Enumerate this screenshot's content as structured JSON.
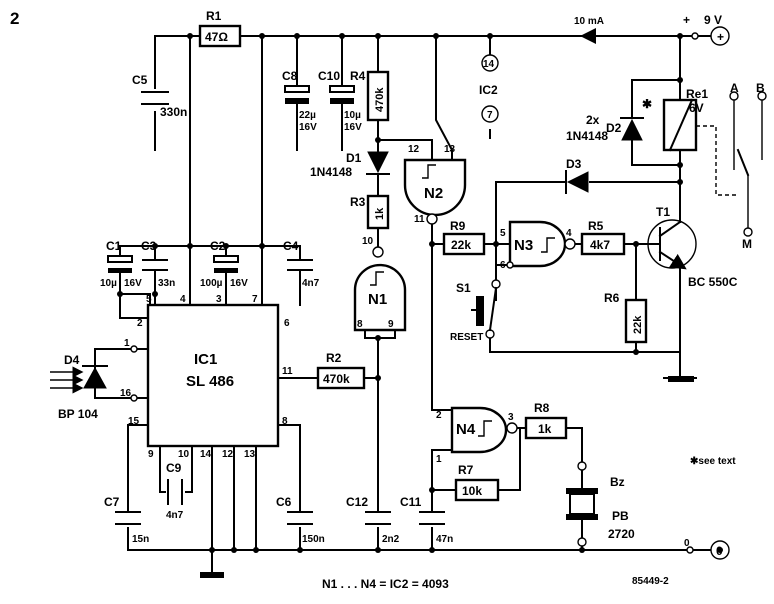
{
  "figure": {
    "number": "2",
    "footer_equation": "N1 . . . N4 = IC2 = 4093",
    "ref_code": "85449-2",
    "see_text_note": "✱see text"
  },
  "supply": {
    "current": "10 mA",
    "plus": "+",
    "voltage": "9 V",
    "minus_pin": "0"
  },
  "components": {
    "R1": {
      "name": "R1",
      "value": "47Ω"
    },
    "R2": {
      "name": "R2",
      "value": "470k"
    },
    "R3": {
      "name": "R3",
      "value": "1k"
    },
    "R4": {
      "name": "R4",
      "value": "470k"
    },
    "R5": {
      "name": "R5",
      "value": "4k7"
    },
    "R6": {
      "name": "R6",
      "value": "22k"
    },
    "R7": {
      "name": "R7",
      "value": "10k"
    },
    "R8": {
      "name": "R8",
      "value": "1k"
    },
    "R9": {
      "name": "R9",
      "value": "22k"
    },
    "C1": {
      "name": "C1",
      "value1": "10µ",
      "value2": "16V"
    },
    "C2": {
      "name": "C2",
      "value1": "100µ",
      "value2": "16V"
    },
    "C3": {
      "name": "C3",
      "value": "33n"
    },
    "C4": {
      "name": "C4",
      "value": "4n7"
    },
    "C5": {
      "name": "C5",
      "value": "330n"
    },
    "C6": {
      "name": "C6",
      "value": "150n"
    },
    "C7": {
      "name": "C7",
      "value": "15n"
    },
    "C8": {
      "name": "C8",
      "value1": "22µ",
      "value2": "16V"
    },
    "C9": {
      "name": "C9",
      "value": "4n7"
    },
    "C10": {
      "name": "C10",
      "value1": "10µ",
      "value2": "16V"
    },
    "C11": {
      "name": "C11",
      "value": "47n"
    },
    "C12": {
      "name": "C12",
      "value": "2n2"
    },
    "D1": {
      "name": "D1",
      "value": "1N4148"
    },
    "D2": {
      "name": "D2"
    },
    "D3": {
      "name": "D3"
    },
    "D2D3_note": {
      "line1": "2x",
      "line2": "1N4148"
    },
    "D4": {
      "name": "D4",
      "value": "BP 104"
    },
    "T1": {
      "name": "T1",
      "value": "BC 550C"
    },
    "Re1": {
      "name": "Re1",
      "value": "6V",
      "star": "✱"
    },
    "S1": {
      "name": "S1",
      "label": "RESET"
    },
    "Bz": {
      "name": "Bz",
      "value1": "PB",
      "value2": "2720"
    },
    "IC1": {
      "line1": "IC1",
      "line2": "SL 486"
    },
    "IC2": {
      "name": "IC2",
      "pin_top": "14",
      "pin_bottom": "7"
    },
    "N1": {
      "name": "N1",
      "in": "10",
      "out_a": "8",
      "out_b": "9"
    },
    "N2": {
      "name": "N2",
      "in_a": "12",
      "in_b": "13",
      "out": "11"
    },
    "N3": {
      "name": "N3",
      "in_a": "5",
      "in_b": "6",
      "out": "4"
    },
    "N4": {
      "name": "N4",
      "in_a": "2",
      "in_b": "1",
      "out": "3"
    },
    "contacts": {
      "A": "A",
      "B": "B",
      "M": "M"
    }
  },
  "ic1_pins": {
    "p1": "1",
    "p2": "2",
    "p3": "3",
    "p4": "4",
    "p5": "5",
    "p6": "6",
    "p7": "7",
    "p8": "8",
    "p9": "9",
    "p10": "10",
    "p11": "11",
    "p12": "12",
    "p13": "13",
    "p14": "14",
    "p15": "15",
    "p16": "16"
  }
}
